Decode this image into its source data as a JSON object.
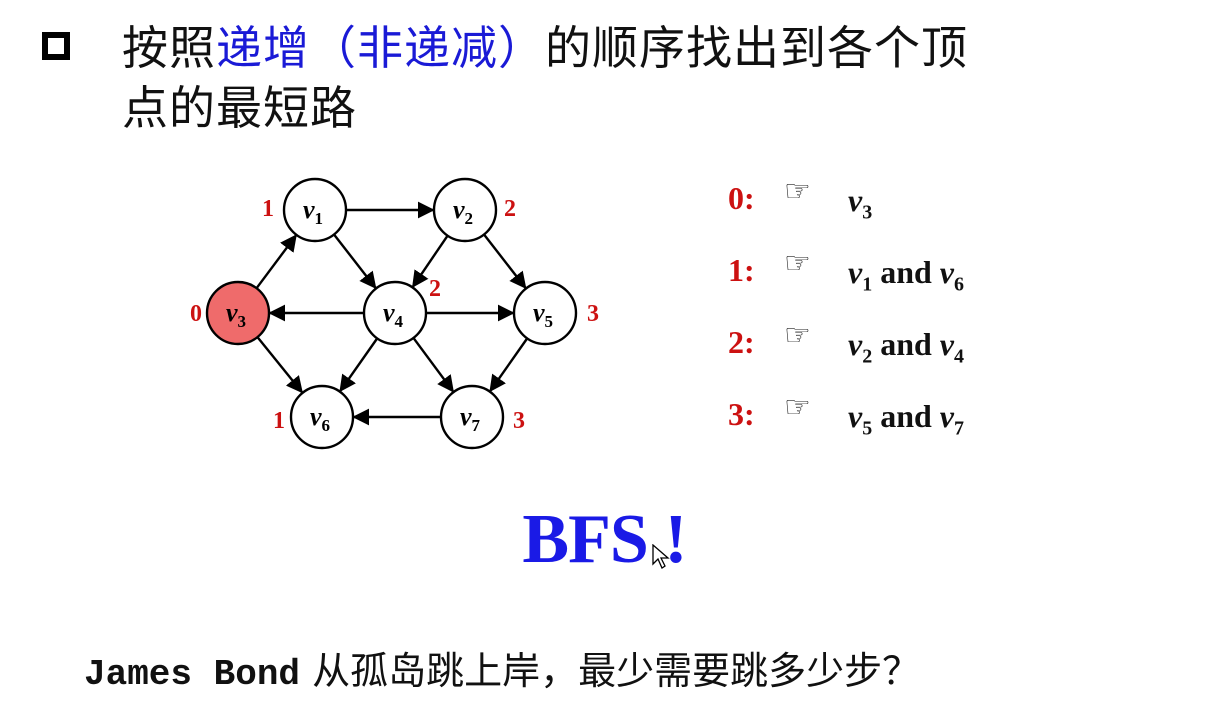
{
  "title": {
    "part1": "按照",
    "highlight": "递增（非递减）",
    "part2": "的顺序找出到各个顶",
    "line2": "点的最短路"
  },
  "graph": {
    "nodes": [
      {
        "id": "v1",
        "name": "v",
        "sub": "1",
        "dist": "1",
        "filled": false
      },
      {
        "id": "v2",
        "name": "v",
        "sub": "2",
        "dist": "2",
        "filled": false
      },
      {
        "id": "v3",
        "name": "v",
        "sub": "3",
        "dist": "0",
        "filled": true
      },
      {
        "id": "v4",
        "name": "v",
        "sub": "4",
        "dist": "2",
        "filled": false
      },
      {
        "id": "v5",
        "name": "v",
        "sub": "5",
        "dist": "3",
        "filled": false
      },
      {
        "id": "v6",
        "name": "v",
        "sub": "6",
        "dist": "1",
        "filled": false
      },
      {
        "id": "v7",
        "name": "v",
        "sub": "7",
        "dist": "3",
        "filled": false
      }
    ],
    "edges": [
      [
        "v3",
        "v1"
      ],
      [
        "v1",
        "v2"
      ],
      [
        "v1",
        "v4"
      ],
      [
        "v2",
        "v4"
      ],
      [
        "v2",
        "v5"
      ],
      [
        "v4",
        "v3"
      ],
      [
        "v4",
        "v5"
      ],
      [
        "v4",
        "v6"
      ],
      [
        "v4",
        "v7"
      ],
      [
        "v3",
        "v6"
      ],
      [
        "v5",
        "v7"
      ],
      [
        "v7",
        "v6"
      ]
    ],
    "colors": {
      "filled": "#ef6b6b",
      "dist_label": "#cc1111",
      "stroke": "#000000"
    }
  },
  "legend": [
    {
      "level": "0:",
      "hand": "☞",
      "vertices": [
        {
          "name": "v",
          "sub": "3"
        }
      ]
    },
    {
      "level": "1:",
      "hand": "☞",
      "vertices": [
        {
          "name": "v",
          "sub": "1"
        },
        {
          "name": "v",
          "sub": "6"
        }
      ]
    },
    {
      "level": "2:",
      "hand": "☞",
      "vertices": [
        {
          "name": "v",
          "sub": "2"
        },
        {
          "name": "v",
          "sub": "4"
        }
      ]
    },
    {
      "level": "3:",
      "hand": "☞",
      "vertices": [
        {
          "name": "v",
          "sub": "5"
        },
        {
          "name": "v",
          "sub": "7"
        }
      ]
    }
  ],
  "legend_joiner": "and",
  "bfs_text": "BFS !",
  "footer": {
    "en": "James Bond",
    "zh": " 从孤岛跳上岸，最少需要跳多少步？"
  }
}
